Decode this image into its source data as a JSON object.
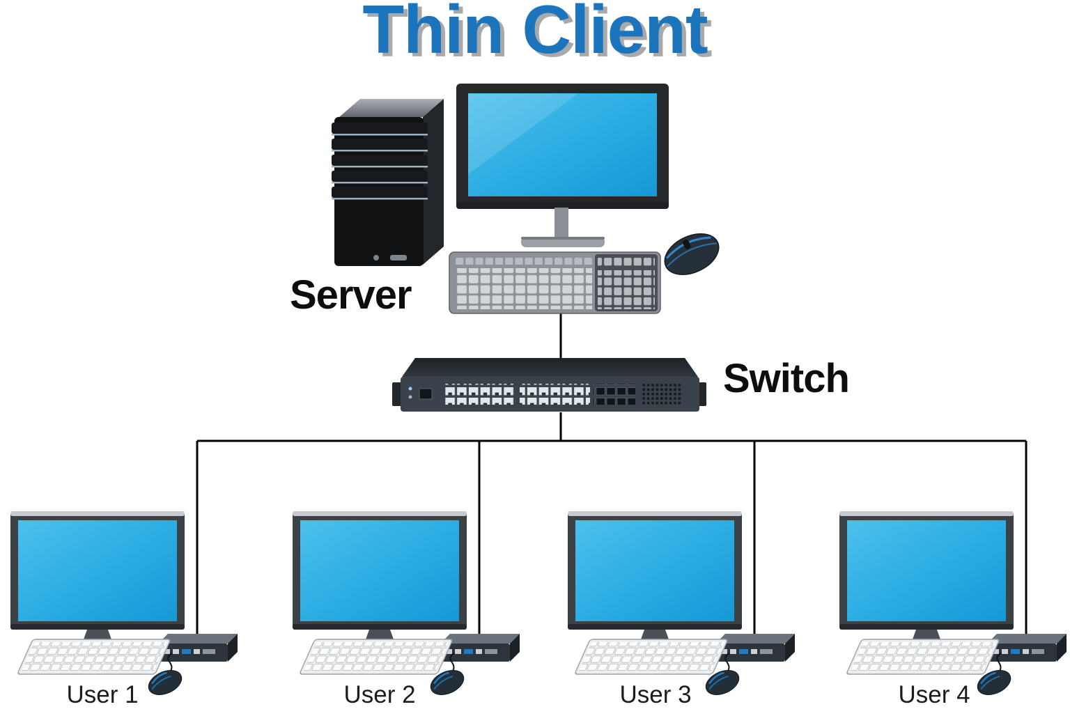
{
  "title": "Thin Client",
  "labels": {
    "server": "Server",
    "switch": "Switch"
  },
  "users": [
    {
      "label": "User 1"
    },
    {
      "label": "User 2"
    },
    {
      "label": "User 3"
    },
    {
      "label": "User 4"
    }
  ],
  "colors": {
    "title_blue": "#1b74bc",
    "title_shadow": "#a7a9ac",
    "screen_blue": "#29abe2",
    "line_black": "#000000",
    "switch_body": "#3a424b",
    "device_dark": "#2d343b"
  }
}
